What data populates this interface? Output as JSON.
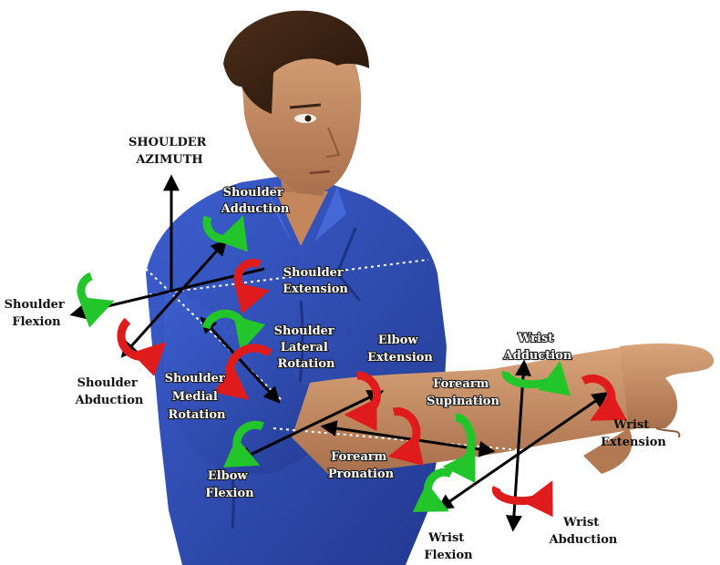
{
  "colors": {
    "background": "#ffffff",
    "shirt": "#2f4fb8",
    "skin": "#c98e63",
    "hair": "#3a2214",
    "rotation_flexion": "#22c52a",
    "rotation_extension": "#e01b1b",
    "axis": "#000000",
    "label_outline": "#1b1b1b"
  },
  "labels": {
    "shoulder_azimuth": [
      "SHOULDER",
      "AZIMUTH"
    ],
    "shoulder_adduction": [
      "Shoulder",
      "Adduction"
    ],
    "shoulder_extension": [
      "Shoulder",
      "Extension"
    ],
    "shoulder_flexion": [
      "Shoulder",
      "Flexion"
    ],
    "shoulder_abduction": [
      "Shoulder",
      "Abduction"
    ],
    "shoulder_lateral_rotation": [
      "Shoulder",
      "Lateral",
      "Rotation"
    ],
    "shoulder_medial_rotation": [
      "Shoulder",
      "Medial",
      "Rotation"
    ],
    "elbow_extension": [
      "Elbow",
      "Extension"
    ],
    "elbow_flexion": [
      "Elbow",
      "Flexion"
    ],
    "forearm_supination": [
      "Forearm",
      "Supination"
    ],
    "forearm_pronation": [
      "Forearm",
      "Pronation"
    ],
    "wrist_adduction": [
      "Wrist",
      "Adduction"
    ],
    "wrist_extension": [
      "Wrist",
      "Extension"
    ],
    "wrist_abduction": [
      "Wrist",
      "Abduction"
    ],
    "wrist_flexion": [
      "Wrist",
      "Flexion"
    ]
  }
}
